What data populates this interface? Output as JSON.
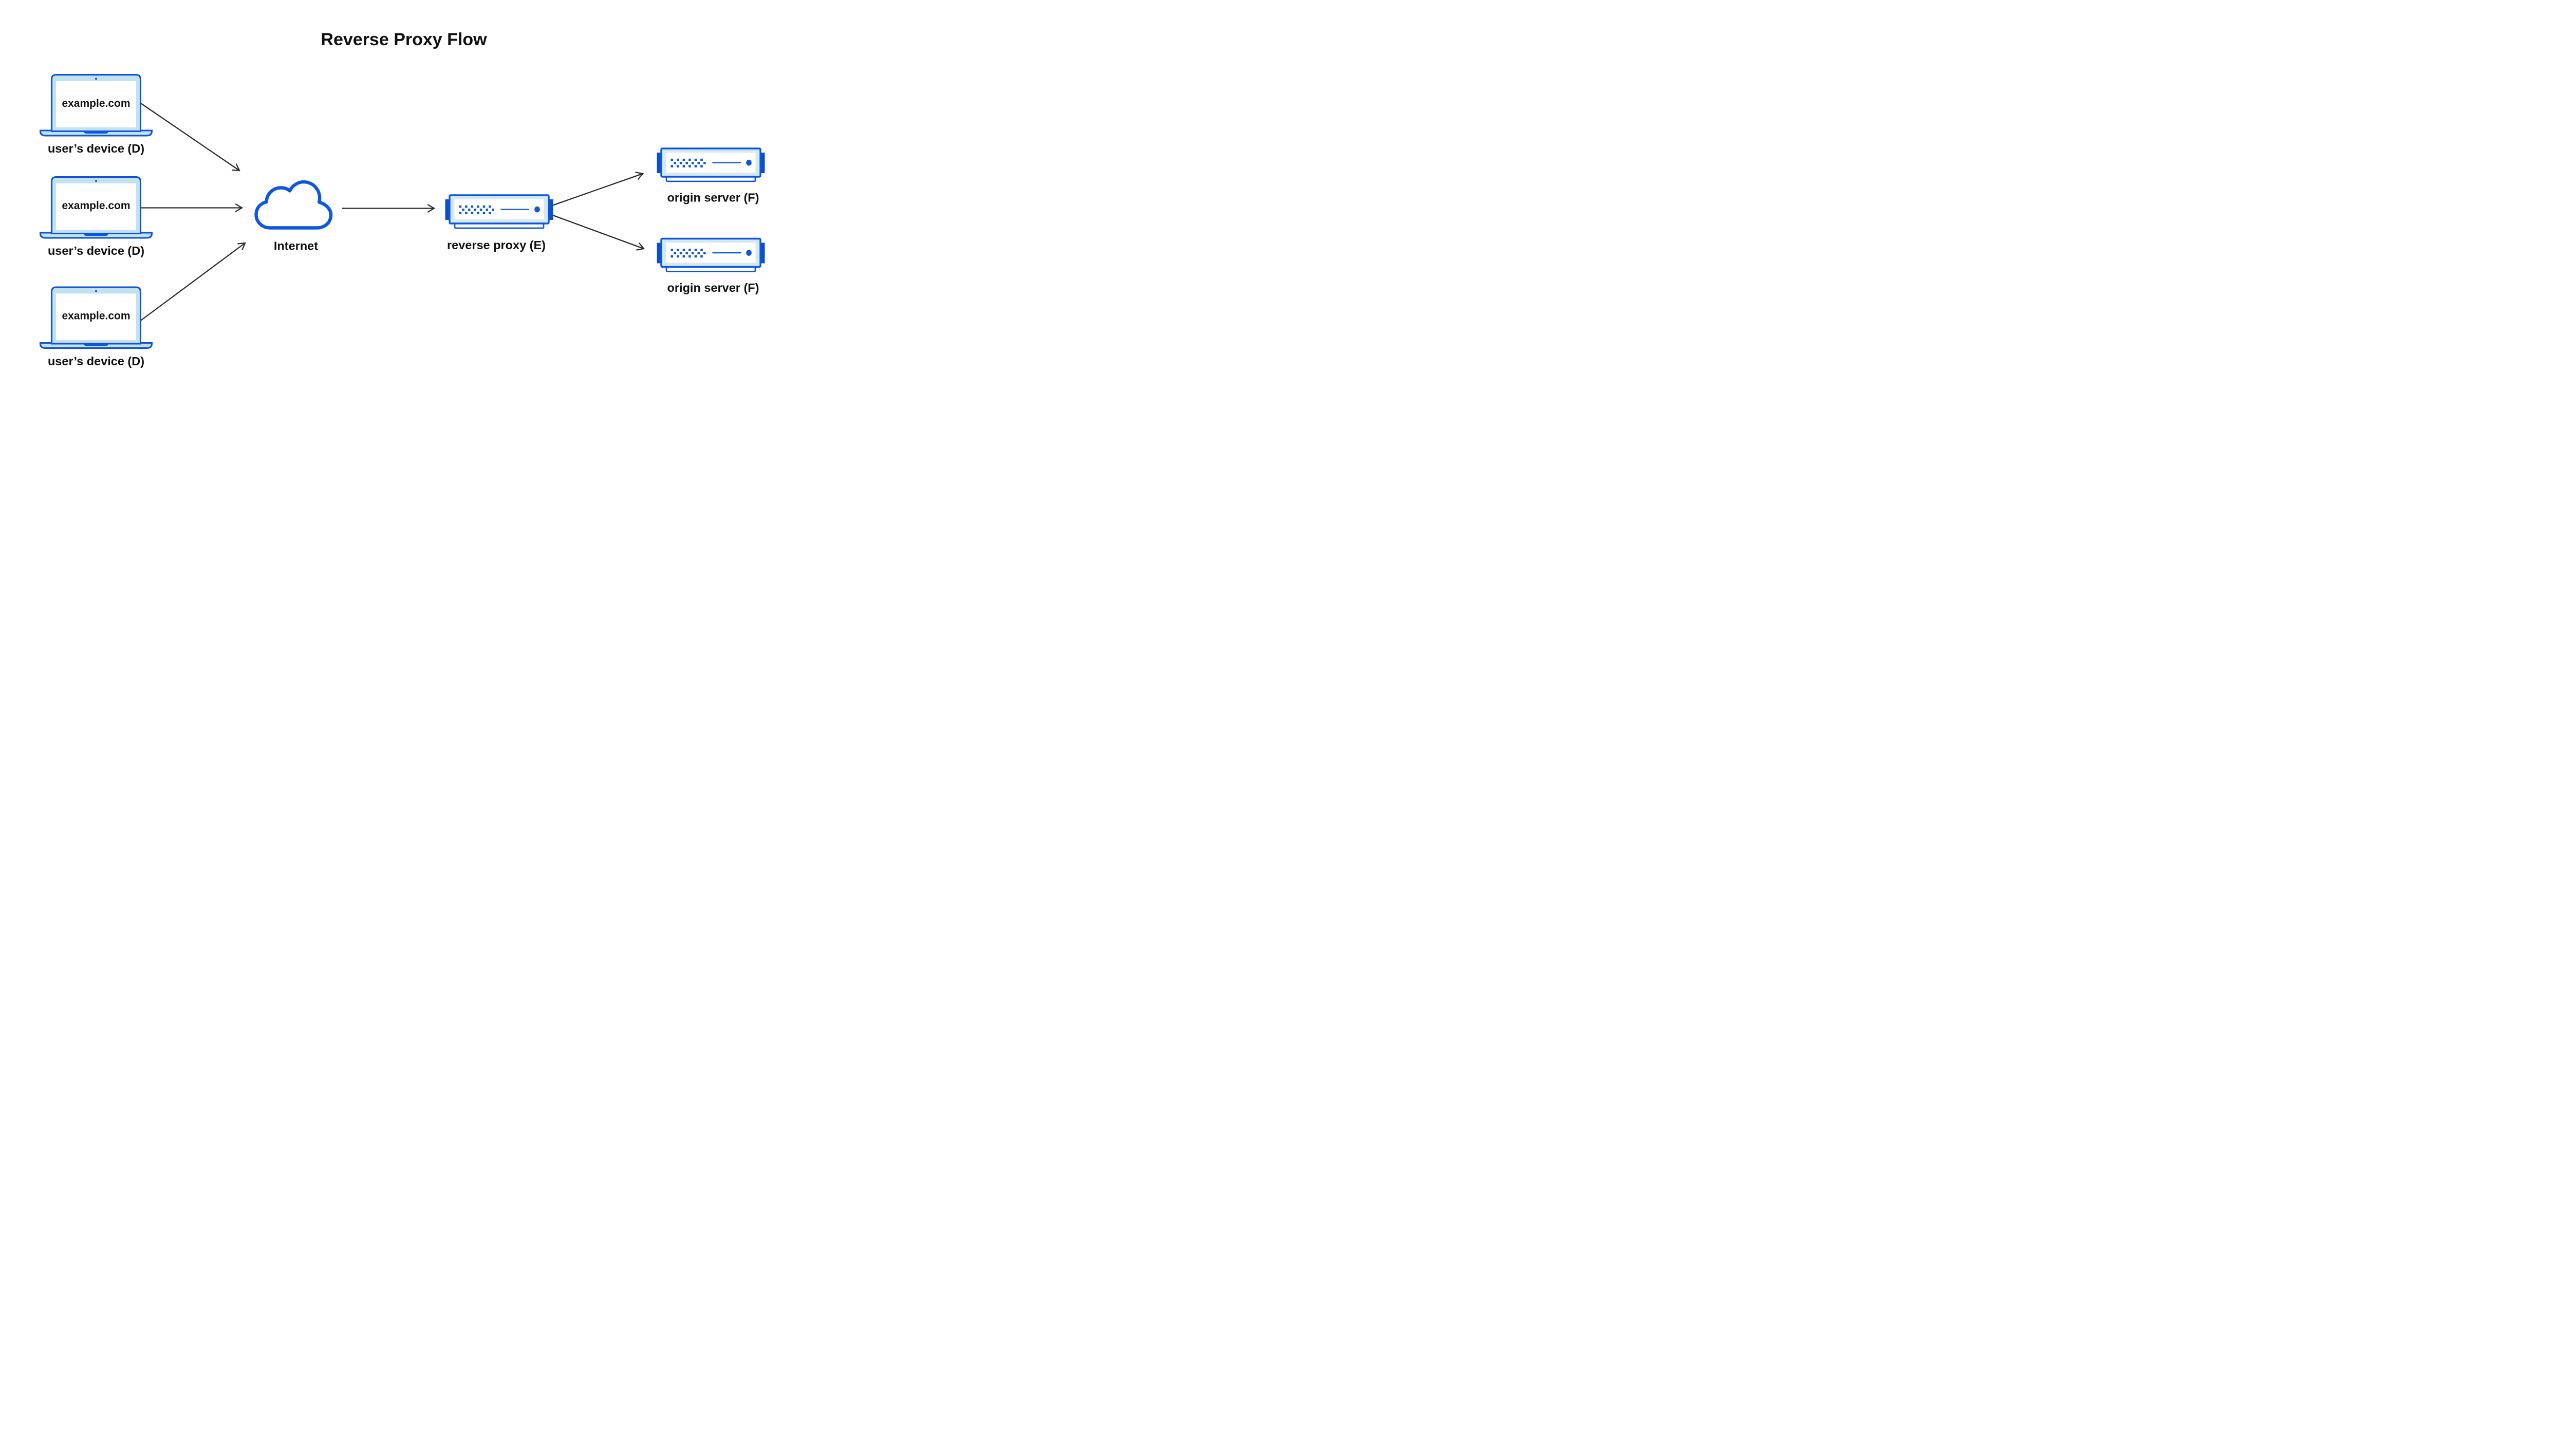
{
  "title": "Reverse Proxy Flow",
  "colors": {
    "blue": "#1053d6",
    "blue_bright": "#0d57dd",
    "tab_blue": "#0b4fd1",
    "laptop_bezel": "#c2e2ef",
    "server_bezel": "#d5e9f2",
    "text": "#101012",
    "arrow": "#2b2b2e",
    "background": "#ffffff"
  },
  "icons": {
    "device": "laptop-icon",
    "internet": "cloud-icon",
    "server": "server-icon"
  },
  "nodes": {
    "devices": [
      {
        "screen_text": "example.com",
        "label": "user’s device (D)"
      },
      {
        "screen_text": "example.com",
        "label": "user’s device (D)"
      },
      {
        "screen_text": "example.com",
        "label": "user’s device (D)"
      }
    ],
    "internet": {
      "label": "Internet"
    },
    "reverse_proxy": {
      "label": "reverse proxy (E)"
    },
    "origin_servers": [
      {
        "label": "origin server (F)"
      },
      {
        "label": "origin server (F)"
      }
    ]
  }
}
